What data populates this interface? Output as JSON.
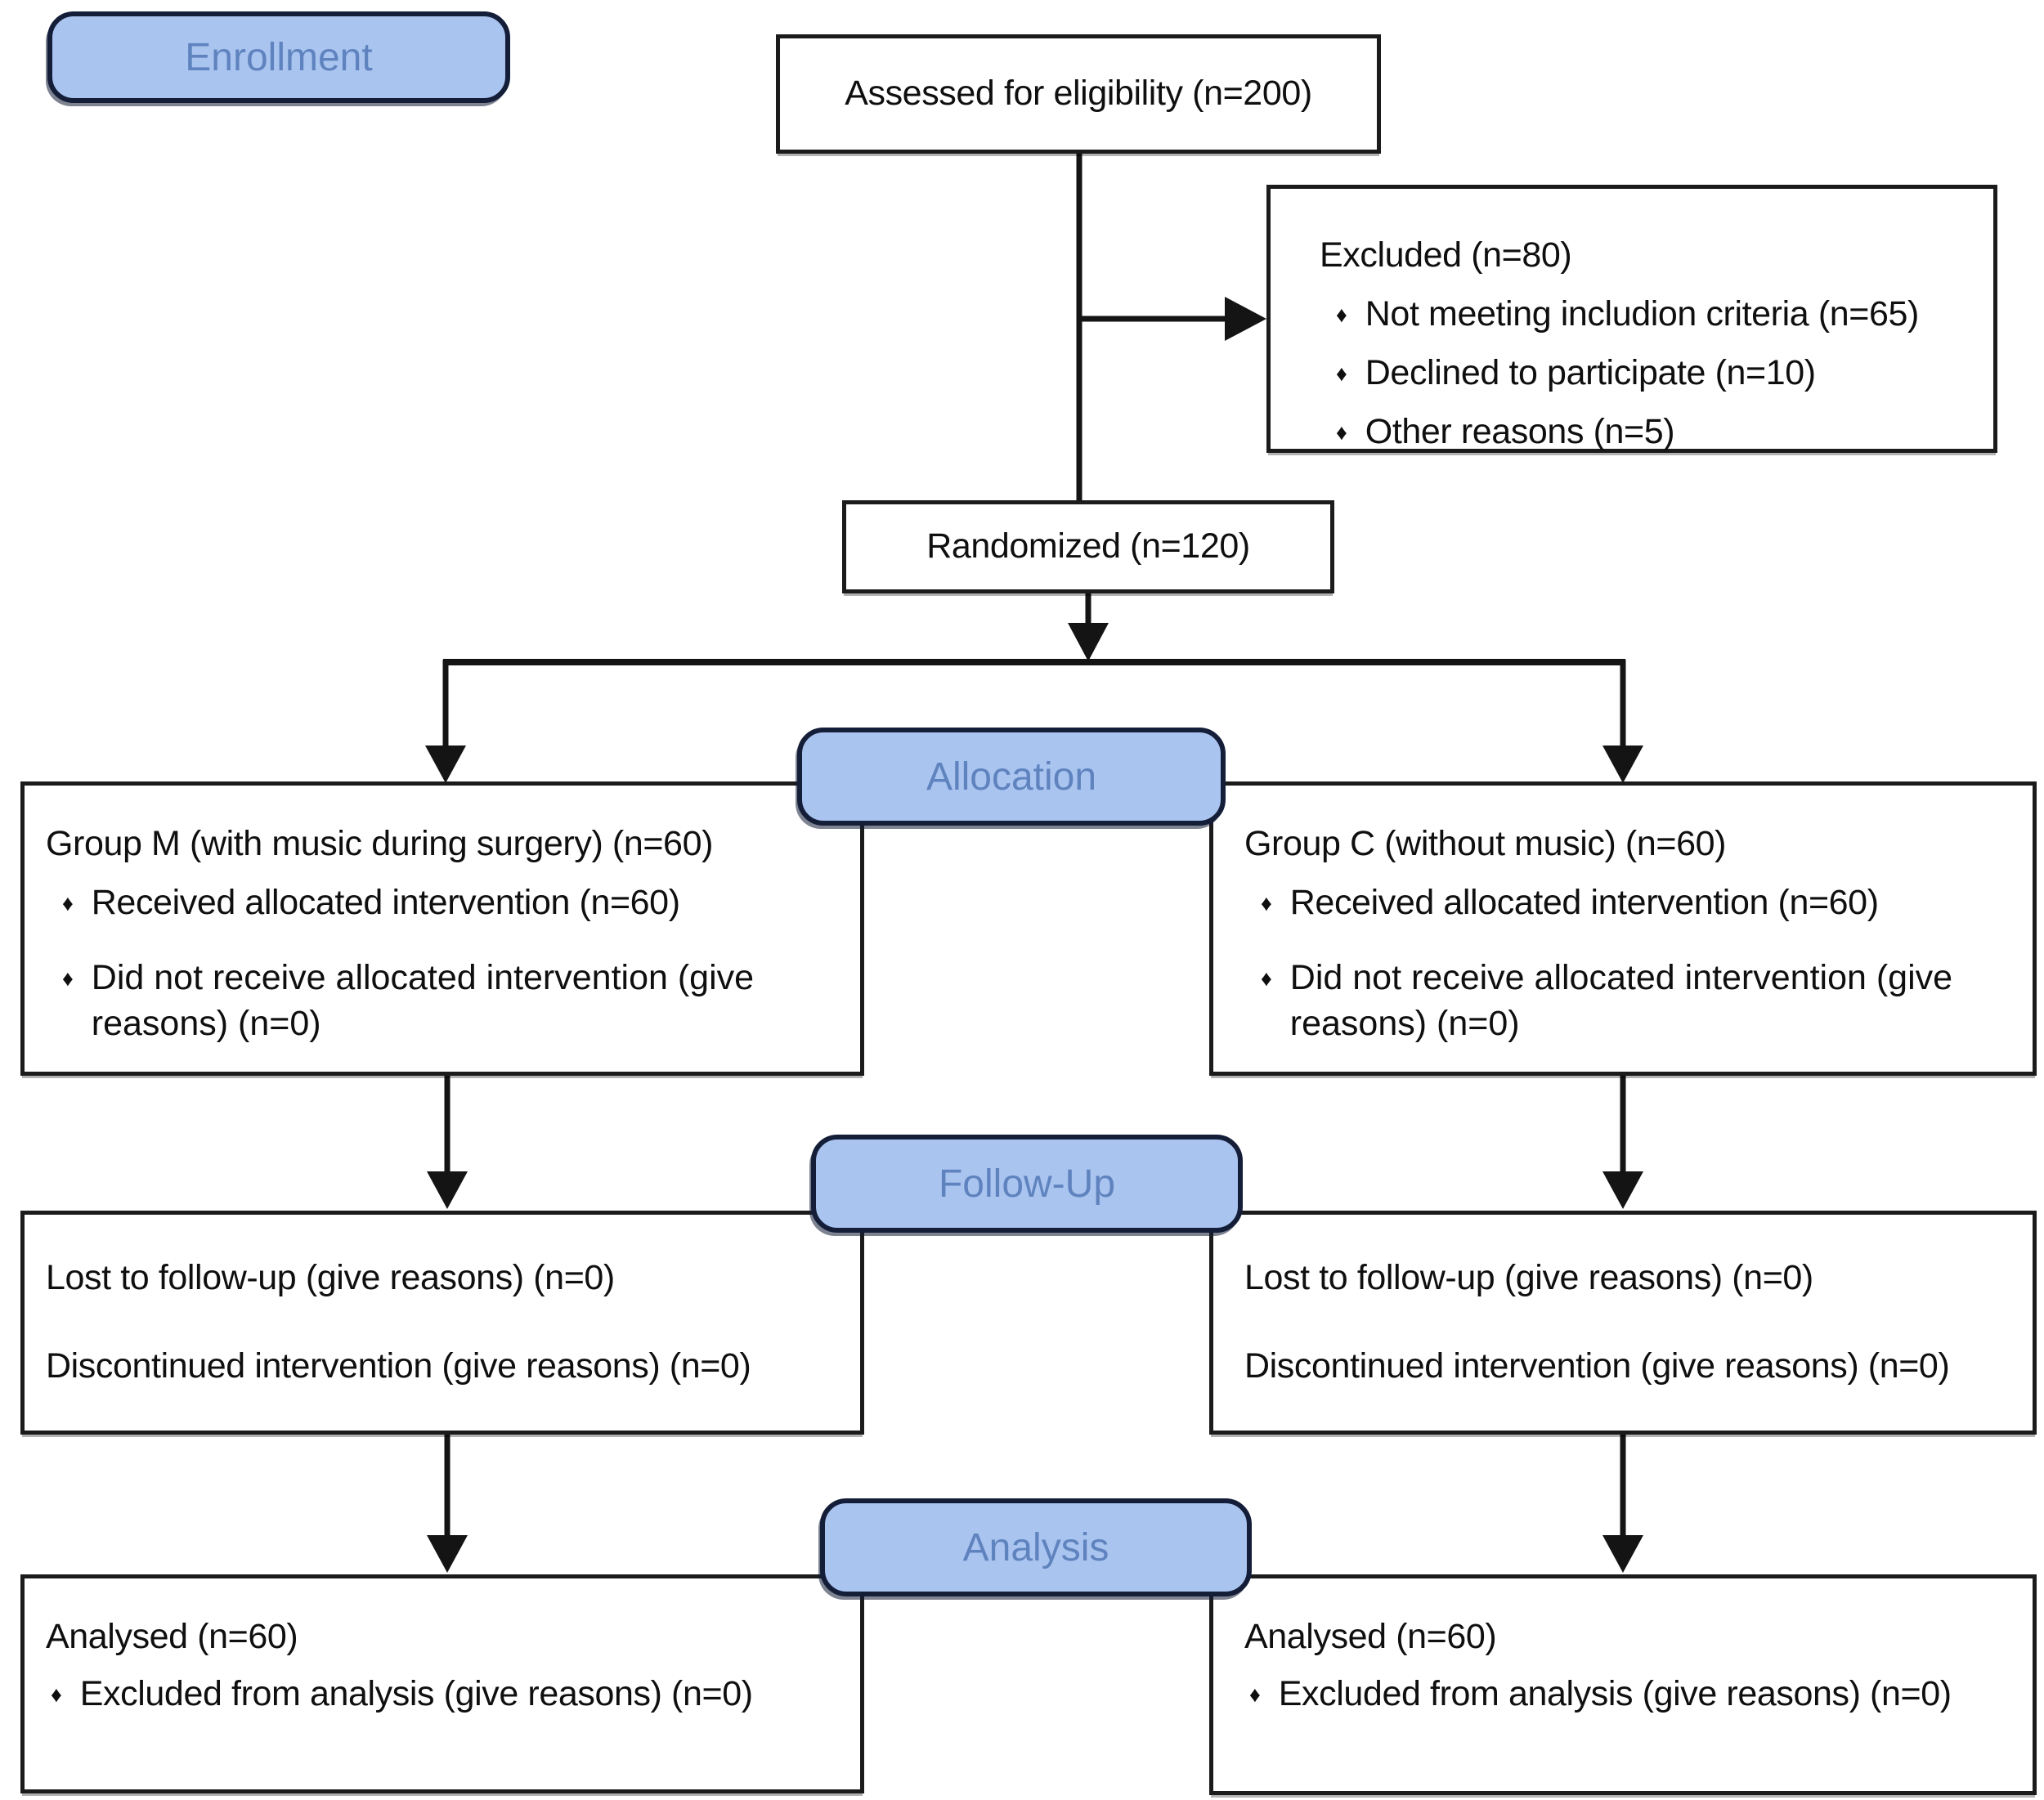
{
  "diagram": {
    "stages": {
      "enrollment": "Enrollment",
      "allocation": "Allocation",
      "followup": "Follow-Up",
      "analysis": "Analysis"
    },
    "assessed": {
      "text": "Assessed for eligibility (n=200)"
    },
    "excluded": {
      "title": "Excluded (n=80)",
      "bullets": [
        "Not meeting includion criteria (n=65)",
        "Declined to participate (n=10)",
        "Other reasons (n=5)"
      ]
    },
    "randomized": {
      "text": "Randomized (n=120)"
    },
    "allocation_left": {
      "title": "Group M (with music during surgery) (n=60)",
      "bullets": [
        "Received allocated intervention (n=60)",
        "Did not receive allocated intervention (give reasons) (n=0)"
      ]
    },
    "allocation_right": {
      "title": "Group C (without music) (n=60)",
      "bullets": [
        "Received allocated intervention (n=60)",
        "Did not receive allocated intervention (give reasons) (n=0)"
      ]
    },
    "followup_left": {
      "lines": [
        "Lost to follow-up (give reasons) (n=0)",
        "Discontinued intervention (give reasons) (n=0)"
      ]
    },
    "followup_right": {
      "lines": [
        "Lost to follow-up (give reasons) (n=0)",
        "Discontinued intervention (give reasons) (n=0)"
      ]
    },
    "analysis_left": {
      "title": "Analysed (n=60)",
      "bullets": [
        "Excluded from analysis (give reasons) (n=0)"
      ]
    },
    "analysis_right": {
      "title": "Analysed (n=60)",
      "bullets": [
        "Excluded from analysis (give reasons) (n=0)"
      ]
    },
    "bullet_glyph": "♦",
    "colors": {
      "background": "#ffffff",
      "stage_fill": "#aac4f0",
      "stage_border": "#141e38",
      "stage_text": "#5f83be",
      "box_fill": "#ffffff",
      "box_border": "#1b1b1b",
      "arrow": "#141414",
      "text": "#0f0f0f"
    }
  }
}
